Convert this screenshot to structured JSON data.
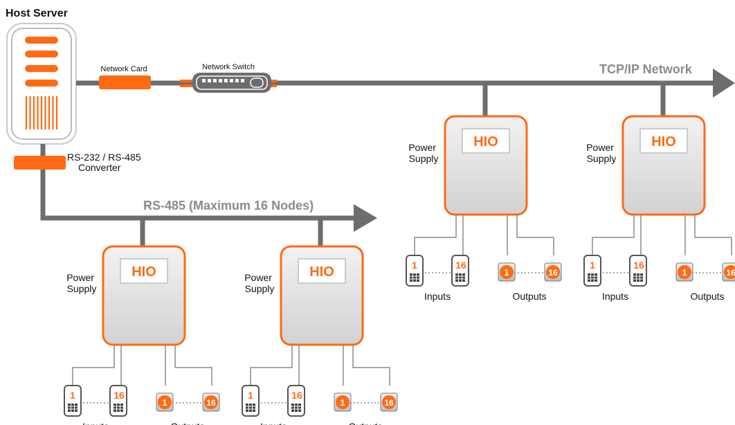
{
  "host": {
    "title": "Host Server"
  },
  "network_card": {
    "label": "Network Card"
  },
  "network_switch": {
    "label": "Network Switch"
  },
  "tcp": {
    "label": "TCP/IP Network"
  },
  "converter": {
    "line1": "RS-232 / RS-485",
    "line2": "Converter"
  },
  "rs485": {
    "label": "RS-485 (Maximum 16 Nodes)"
  },
  "node": {
    "device": "HIO",
    "power1": "Power",
    "power2": "Supply",
    "input_first": "1",
    "input_last": "16",
    "output_first": "1",
    "output_last": "16",
    "inputs_label": "Inputs",
    "outputs_label": "Outputs"
  },
  "colors": {
    "accent": "#ff6a13",
    "line": "#6d6d6d",
    "device_fill": "#e4e4e4",
    "thin_line": "#8a8a8a"
  }
}
